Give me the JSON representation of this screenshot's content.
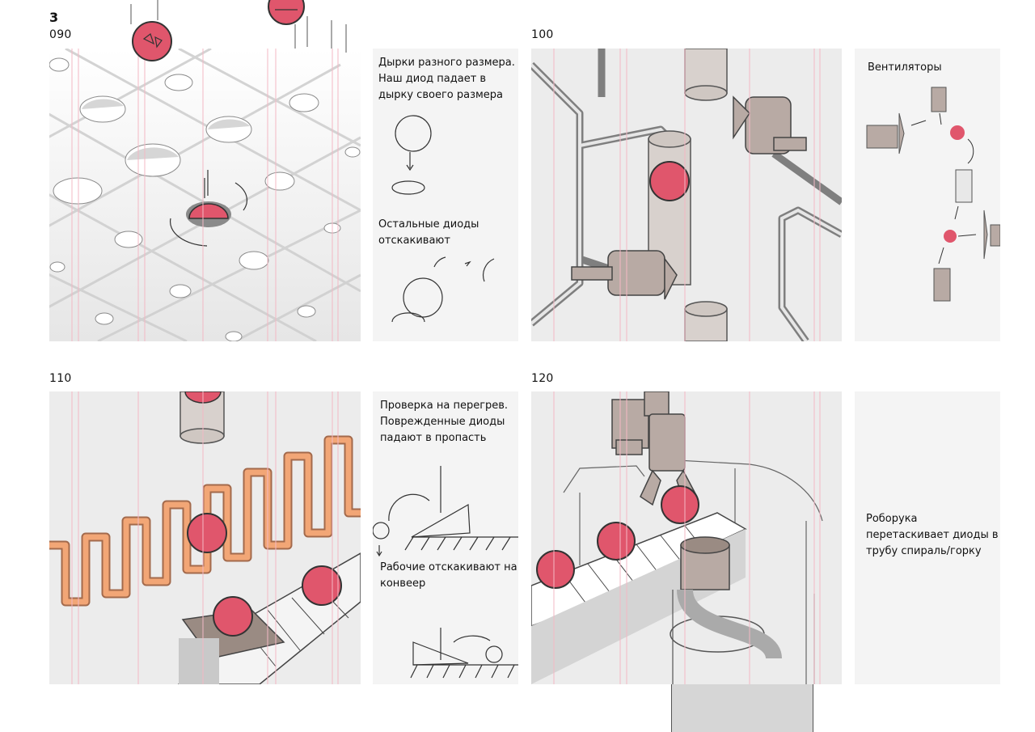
{
  "page": {
    "number": "3"
  },
  "colors": {
    "diode": "#e0566c",
    "coil": "#f2a676",
    "machine": "#b8aaa4",
    "guide": "#f3b8c4",
    "panel": "#ececec",
    "note": "#f4f4f4"
  },
  "shots": [
    {
      "id": "090",
      "notes": [
        {
          "text": "Дырки разного размера. Наш диод падает в дырку своего размера"
        },
        {
          "text": "Остальные диоды отскакивают"
        }
      ]
    },
    {
      "id": "100",
      "notes": [
        {
          "text": "Вентиляторы"
        }
      ]
    },
    {
      "id": "110",
      "notes": [
        {
          "text": "Проверка на перегрев. Поврежденные диоды падают в пропасть"
        },
        {
          "text": "Рабочие отскакивают на конвеер"
        }
      ]
    },
    {
      "id": "120",
      "notes": [
        {
          "text": "Роборука перетаскивает диоды в трубу спираль/горку"
        }
      ]
    }
  ]
}
